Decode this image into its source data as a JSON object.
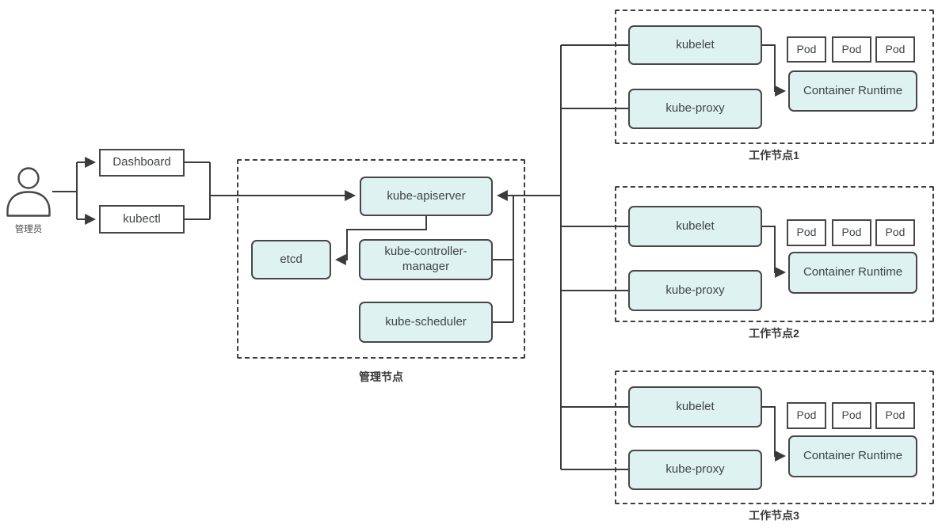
{
  "admin": {
    "label": "管理员"
  },
  "clients": {
    "dashboard": "Dashboard",
    "kubectl": "kubectl"
  },
  "master": {
    "label": "管理节点",
    "apiserver": "kube-apiserver",
    "etcd": "etcd",
    "controller_manager": "kube-controller-manager",
    "scheduler": "kube-scheduler"
  },
  "workers": [
    {
      "label": "工作节点1",
      "kubelet": "kubelet",
      "kube_proxy": "kube-proxy",
      "pods": [
        "Pod",
        "Pod",
        "Pod"
      ],
      "container_runtime": "Container Runtime"
    },
    {
      "label": "工作节点2",
      "kubelet": "kubelet",
      "kube_proxy": "kube-proxy",
      "pods": [
        "Pod",
        "Pod",
        "Pod"
      ],
      "container_runtime": "Container Runtime"
    },
    {
      "label": "工作节点3",
      "kubelet": "kubelet",
      "kube_proxy": "kube-proxy",
      "pods": [
        "Pod",
        "Pod",
        "Pod"
      ],
      "container_runtime": "Container Runtime"
    }
  ],
  "colors": {
    "component_fill": "#ddf2f1",
    "box_border": "#474747",
    "line": "#3b3b3b",
    "text": "#3f4447",
    "label_text": "#383838"
  }
}
